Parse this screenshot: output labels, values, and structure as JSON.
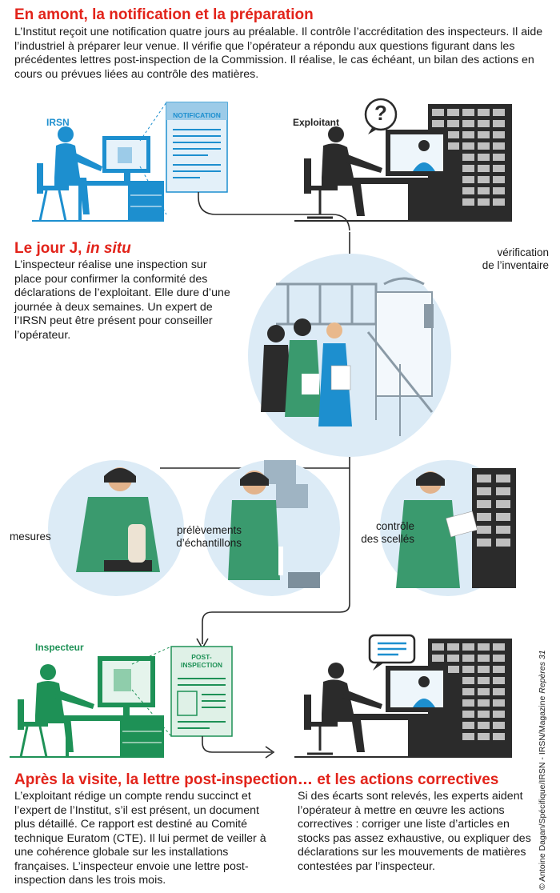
{
  "section1": {
    "title": "En amont, la notification et la préparation",
    "text": "L’Institut reçoit une notification quatre jours au préalable. Il contrôle l’accréditation des inspecteurs. Il aide l’industriel à préparer leur venue. Il vérifie que l’opérateur a répondu aux questions figurant dans les précédentes lettres post-inspection de la Commission. Il réalise, le cas échéant, un bilan des actions en cours ou prévues liées au contrôle des matières."
  },
  "scene1": {
    "irsn_label": "IRSN",
    "notification_doc": "NOTIFICATION",
    "exploitant_label": "Exploitant",
    "question_mark": "?"
  },
  "section2": {
    "title_main": "Le jour J, ",
    "title_italic": "in situ",
    "text": "L’inspecteur réalise une inspection sur place pour confirmer la conformité des déclarations de l’exploitant. Elle dure d’une journée à deux semaines. Un expert de l’IRSN peut être présent pour conseiller l’opérateur.",
    "inventory_label_1": "vérification",
    "inventory_label_2": "de l’inventaire"
  },
  "checks": {
    "mesures": "mesures",
    "prelevements_1": "prélèvements",
    "prelevements_2": "d’échantillons",
    "scelles_1": "contrôle",
    "scelles_2": "des scellés"
  },
  "scene3": {
    "inspecteur_label": "Inspecteur",
    "postinspection_1": "POST-",
    "postinspection_2": "INSPECTION"
  },
  "section3": {
    "title": "Après la visite, la lettre post-inspection…",
    "text": "L’exploitant rédige un compte rendu succinct et l’expert de l’Institut, s’il est présent, un document plus détaillé. Ce rapport est destiné au Comité technique Euratom (CTE). Il lui permet de veiller à une cohérence globale sur les installations françaises. L’inspecteur envoie une lettre post-inspection dans les trois mois."
  },
  "section4": {
    "title": "… et les actions correctives",
    "text": "Si des écarts sont relevés, les experts aident l’opérateur à mettre en œuvre les actions correctives : corriger une liste d’articles en stocks pas assez exhaustive, ou expliquer des déclarations sur les mouvements de matières contestées par l’inspecteur."
  },
  "credit": {
    "text": "© Antoine Dagan/Spécifique/IRSN - IRSN/Magazine ",
    "italic": "Repères 31"
  },
  "colors": {
    "title_red": "#e2231a",
    "irsn_blue": "#1d8fcf",
    "inspector_green": "#1e9156",
    "dark": "#2b2b2b"
  }
}
